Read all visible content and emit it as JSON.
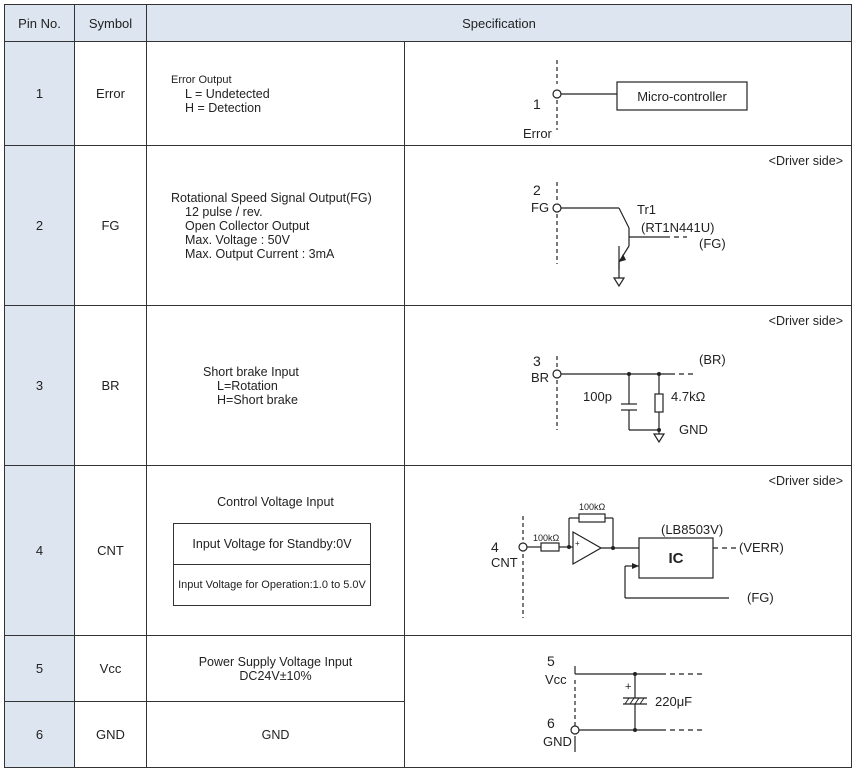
{
  "headers": {
    "pin": "Pin No.",
    "symbol": "Symbol",
    "spec": "Specification"
  },
  "rows": [
    {
      "pin": "1",
      "symbol": "Error",
      "desc": [
        "Error Output",
        "L = Undetected",
        "H = Detection"
      ],
      "diagram": {
        "pin_num": "1",
        "pin_name": "Error",
        "box": "Micro-controller"
      }
    },
    {
      "pin": "2",
      "symbol": "FG",
      "desc": [
        "Rotational Speed Signal Output(FG)",
        "12 pulse / rev.",
        "Open Collector Output",
        "Max. Voltage : 50V",
        "Max. Output Current : 3mA"
      ],
      "diagram": {
        "driver": "<Driver side>",
        "pin_num": "2",
        "pin_name": "FG",
        "transistor": "Tr1",
        "part": "(RT1N441U)",
        "signal": "(FG)"
      }
    },
    {
      "pin": "3",
      "symbol": "BR",
      "desc": [
        "Short brake Input",
        "L=Rotation",
        "H=Short brake"
      ],
      "diagram": {
        "driver": "<Driver side>",
        "pin_num": "3",
        "pin_name": "BR",
        "cap": "100p",
        "res": "4.7kΩ",
        "signal": "(BR)",
        "gnd": "GND"
      }
    },
    {
      "pin": "4",
      "symbol": "CNT",
      "desc": {
        "title": "Control Voltage Input",
        "standby": "Input Voltage for Standby:0V",
        "operation": "Input Voltage for Operation:1.0 to 5.0V"
      },
      "diagram": {
        "driver": "<Driver side>",
        "pin_num": "4",
        "pin_name": "CNT",
        "r_in": "100kΩ",
        "r_fb": "100kΩ",
        "ic_part": "(LB8503V)",
        "ic": "IC",
        "verr": "(VERR)",
        "fg": "(FG)"
      }
    },
    {
      "pin": "5",
      "symbol": "Vcc",
      "desc": [
        "Power Supply Voltage Input",
        "DC24V±10%"
      ]
    },
    {
      "pin": "6",
      "symbol": "GND",
      "desc": [
        "GND"
      ],
      "diagram": {
        "pin5_num": "5",
        "pin5_name": "Vcc",
        "pin6_num": "6",
        "pin6_name": "GND",
        "cap": "220μF",
        "plus": "+"
      }
    }
  ]
}
